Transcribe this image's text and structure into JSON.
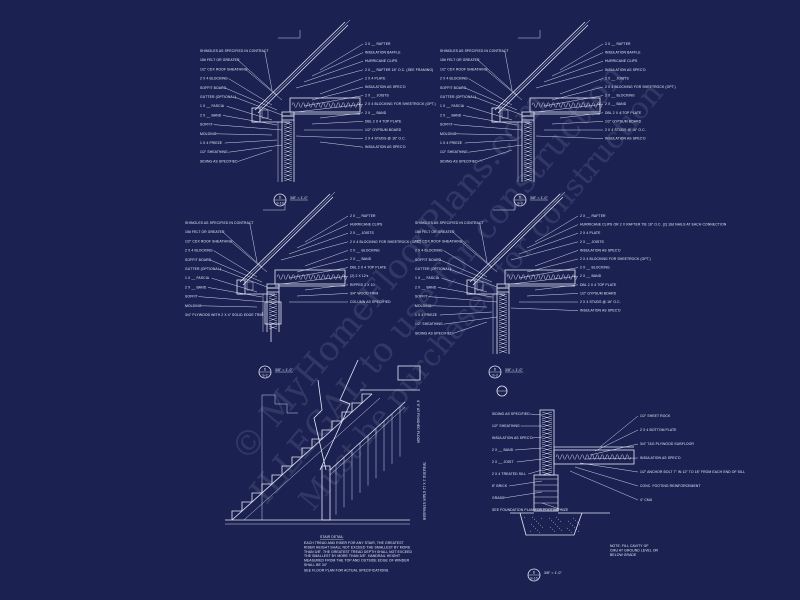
{
  "details": {
    "top_left": {
      "left_labels": [
        "SHINGLES AS SPECIFIED IN CONTRACT",
        "15# FELT OR GREATER",
        "1/2\" CDX ROOF SHEATHING",
        "2 X 4 BLOCKING",
        "SOFFIT BOARD",
        "GUTTER (OPTIONAL)",
        "1 X __ FASCIA",
        "2 X __ BAND",
        "SOFFIT",
        "MOLDING",
        "1 X 4 FRIEZE",
        "1/2\" SHEATHING",
        "SIDING AS SPECIFIED"
      ],
      "right_labels": [
        "2 X __ RAFTER",
        "INSULATION BAFFLE",
        "HURRICANE CLIPS",
        "2 X __ RAFTER 16\" O.C. (SEE FRAMING)",
        "2 X 4 PLATE",
        "INSULATION AS SPEC'D",
        "2 X __ JOISTS",
        "2 X 4 BLOCKING FOR SHEETROCK (OPT.)",
        "2 X __ BAND",
        "DBL 2 X 4 TOP PLATE",
        "1/2\" GYPSUM BOARD",
        "2 X 4 STUDS @ 16\" O.C.",
        "INSULATION AS SPEC'D"
      ],
      "tag_top": "D",
      "tag_bottom": "S-10",
      "scale": "3/8\" = 1'-0\""
    },
    "top_right": {
      "left_labels": [
        "SHINGLES AS SPECIFIED IN CONTRACT",
        "15# FELT OR GREATER",
        "1/2\" CDX ROOF SHEATHING",
        "2 X 4 BLOCKING",
        "SOFFIT BOARD",
        "GUTTER (OPTIONAL)",
        "1 X __ FASCIA",
        "2 X __ BAND",
        "SOFFIT",
        "MOLDING",
        "1 X 4 FRIEZE",
        "1/2\" SHEATHING",
        "SIDING AS SPECIFIED"
      ],
      "right_labels": [
        "2 X __ RAFTER",
        "INSULATION BAFFLE",
        "HURRICANE CLIPS",
        "INSULATION AS SPEC'D",
        "2 X __ JOISTS",
        "2 X 4 BLOCKING FOR SHEETROCK (OPT.)",
        "2 X __ BLOCKING",
        "2 X __ BAND",
        "DBL 2 X 4 TOP PLATE",
        "1/2\" GYPSUM BOARD",
        "2 X 4 STUDS @ 16\" O.C.",
        "INSULATION AS SPEC'D"
      ],
      "tag_top": "D",
      "tag_bottom": "S-9",
      "scale": "3/8\" = 1'-0\""
    },
    "middle_left": {
      "left_labels": [
        "SHINGLES AS SPECIFIED IN CONTRACT",
        "15# FELT OR GREATER",
        "1/2\" CDX ROOF SHEATHING",
        "2 X 4 BLOCKING",
        "SOFFIT BOARD",
        "GUTTER (OPTIONAL)",
        "1 X __ FASCIA",
        "2 X __ BAND",
        "SOFFIT",
        "MOLDING",
        "3/4\" PLYWOOD WITH 2 X 4\" SOLID EDGE TRIM"
      ],
      "right_labels": [
        "2 X __ RAFTER",
        "HURRICANE CLIPS",
        "2 X __ JOISTS",
        "2 X 4 BLOCKING FOR SHEETROCK (OPT.)",
        "2 X __ BLOCKING",
        "2 X __ BAND",
        "DBL 2 X 4 TOP PLATE",
        "(2) 2 X 12's",
        "RIPPED 2 X 10",
        "3/4\" WOOD TRIM",
        "COLUMN AS SPECIFIED"
      ],
      "tag_top": "D",
      "tag_bottom": "S-2",
      "scale": "3/8\" = 1'-0\""
    },
    "middle_right": {
      "left_labels": [
        "SHINGLES AS SPECIFIED IN CONTRACT",
        "15# FELT OR GREATER",
        "1/2\" CDX ROOF SHEATHING",
        "2 X 4 BLOCKING",
        "SOFFIT BOARD",
        "GUTTER (OPTIONAL)",
        "1 X __ FASCIA",
        "2 X __ BAND",
        "SOFFIT",
        "MOLDING",
        "1 X 4 FRIEZE",
        "1/2\" SHEATHING",
        "SIDING AS SPECIFIED"
      ],
      "right_labels": [
        "2 X __ RAFTER",
        "HURRICANE CLIPS OR 2 X RAFTER TIE 16\" O.C. (2) 16d NAILS AT EACH CONNECTION",
        "2 X 4 PLATE",
        "2 X __ JOISTS",
        "INSULATION AS SPEC'D",
        "2 X 4 BLOCKING FOR SHEETROCK (OPT.)",
        "2 X __ BLOCKING",
        "2 X __ BAND",
        "DBL 2 X 4 TOP PLATE",
        "1/2\" GYPSUM BOARD",
        "2 X 4 STUDS @ 16\" O.C.",
        "INSULATION AS SPEC'D"
      ],
      "tag_top": "D",
      "tag_bottom": "S-3",
      "scale": "3/8\" = 1'-0\""
    },
    "bottom_right": {
      "left_labels": [
        "SIDING AS SPECIFIED",
        "1/2\" SHEATHING",
        "INSULATION AS SPEC'D",
        "2 X __ BAND",
        "2 X __ JOIST",
        "2 X 4 TREATED SILL",
        "8\" BRICK",
        "GRADE",
        "SEE FOUNDATION PLAN FOR FOOTING SIZE"
      ],
      "right_labels": [
        "1/2\" SHEET ROCK",
        "2 X 4 BOTTOM PLATE",
        "3/4\" T&G PLYWOOD SUBFLOOR",
        "INSULATION AS SPEC'D",
        "1/2\" ANCHOR BOLT 7\" IN 12\" TO 18\" FROM EACH END OF SILL",
        "CONC. FOOTING REINFORCEMENT",
        "4\" CMU"
      ],
      "note": "NOTE: FILL CAVITY OF CMU AT GROUND LEVEL OR BELOW GRADE",
      "tag_top": "D",
      "tag_bottom": "S-10",
      "scale": "3/8\" = 1'-0\""
    },
    "stair": {
      "notes": [
        "STAIR DETAIL",
        "EACH TREAD AND RISER FOR ANY STAIR, THE GREATEST RISER HEIGHT SHALL NOT EXCEED THE SMALLEST BY MORE THAN 3/8\". THE GREATEST TREAD DEPTH SHALL NOT EXCEED THE SMALLEST BY MORE THAN 3/8\". HANDRAIL HEIGHT MEASURED FROM THE TOP AND OUTSIDE EDGE OF WINDER SHALL BE 34\"",
        "SEE FLOOR PLAN FOR ACTUAL SPECIFICATIONS."
      ],
      "vertical_labels": [
        "4' 6\" AT FINISHED FLOOR",
        "TREATED 2 X 12 STAIR STRINGER"
      ]
    }
  },
  "watermark": {
    "lines": [
      "© MyHomeFloorPlans.com",
      "ILLEGAL to use for construction",
      "Must be purchased for construction"
    ]
  }
}
